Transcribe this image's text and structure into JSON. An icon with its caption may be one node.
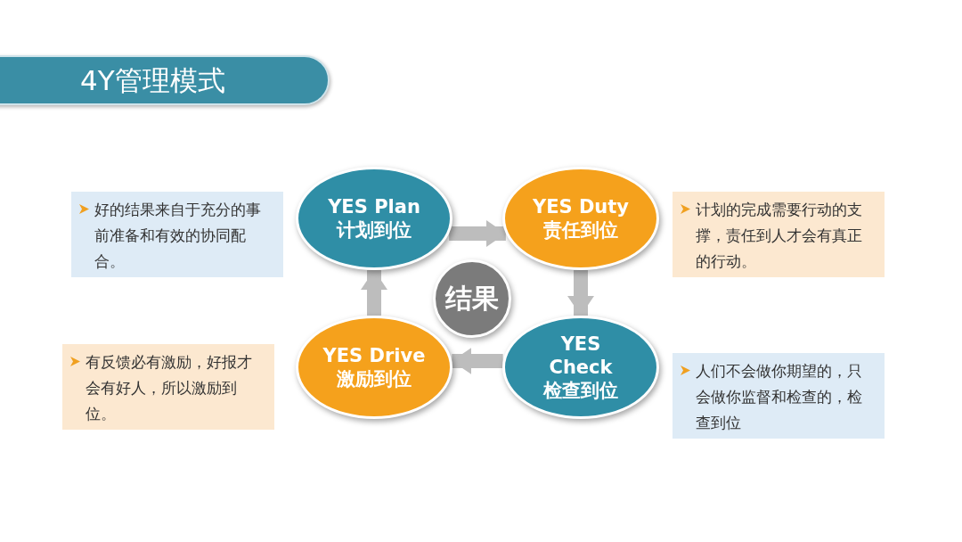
{
  "diagram": {
    "title": "4Y管理模式",
    "nodes": [
      {
        "text": [
          "YES Plan",
          "计划到位"
        ]
      },
      {
        "text": [
          "YES Duty",
          "责任到位"
        ]
      },
      {
        "text": [
          "YES Check",
          "检查到位"
        ]
      },
      {
        "text": [
          "YES Drive",
          "激励到位"
        ]
      },
      {
        "text": [
          "结果"
        ]
      },
      {
        "text": [
          "好的结果来自于充分的事前准备和有效的协同配合。"
        ]
      },
      {
        "text": [
          "计划的完成需要行动的支撑，责任到人才会有真正的行动。"
        ]
      },
      {
        "text": [
          "人们不会做你期望的，只会做你监督和检查的，检查到位"
        ]
      },
      {
        "text": [
          "有反馈必有激励，好报才会有好人，所以激励到位。"
        ]
      }
    ],
    "edges": [
      {
        "from": 0,
        "to": 1,
        "arrow": "to"
      },
      {
        "from": 1,
        "to": 2,
        "arrow": "to"
      },
      {
        "from": 2,
        "to": 3,
        "arrow": "to"
      },
      {
        "from": 3,
        "to": 0,
        "arrow": "to"
      }
    ]
  }
}
